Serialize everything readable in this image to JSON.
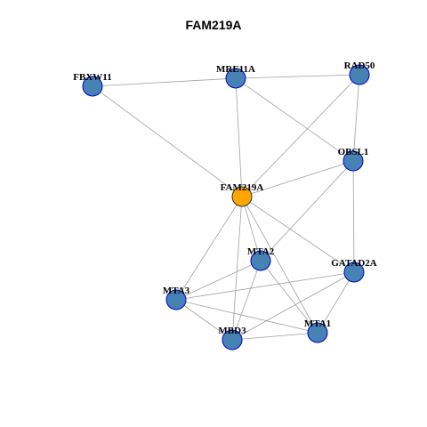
{
  "title": "FAM219A",
  "colors": {
    "center_fill": "#FFA500",
    "center_stroke": "#333333",
    "node_fill": "#4682B4",
    "node_stroke": "#0000CD",
    "edge": "#a0a0a0"
  },
  "nodes": [
    {
      "id": "FAM219A",
      "label": "FAM219A",
      "center": true
    },
    {
      "id": "FBXW11",
      "label": "FBXW11",
      "center": false
    },
    {
      "id": "MRE11A",
      "label": "MRE11A",
      "center": false
    },
    {
      "id": "RAD50",
      "label": "RAD50",
      "center": false
    },
    {
      "id": "OBSL1",
      "label": "OBSL1",
      "center": false
    },
    {
      "id": "MTA2",
      "label": "MTA2",
      "center": false
    },
    {
      "id": "GATAD2A",
      "label": "GATAD2A",
      "center": false
    },
    {
      "id": "MTA3",
      "label": "MTA3",
      "center": false
    },
    {
      "id": "MBD3",
      "label": "MBD3",
      "center": false
    },
    {
      "id": "MTA1",
      "label": "MTA1",
      "center": false
    }
  ],
  "edges": [
    [
      "FBXW11",
      "MRE11A"
    ],
    [
      "FBXW11",
      "FAM219A"
    ],
    [
      "MRE11A",
      "RAD50"
    ],
    [
      "MRE11A",
      "OBSL1"
    ],
    [
      "MRE11A",
      "FAM219A"
    ],
    [
      "RAD50",
      "OBSL1"
    ],
    [
      "RAD50",
      "FAM219A"
    ],
    [
      "OBSL1",
      "FAM219A"
    ],
    [
      "OBSL1",
      "MTA2"
    ],
    [
      "OBSL1",
      "GATAD2A"
    ],
    [
      "FAM219A",
      "GATAD2A"
    ],
    [
      "FAM219A",
      "MTA2"
    ],
    [
      "FAM219A",
      "MTA3"
    ],
    [
      "FAM219A",
      "MBD3"
    ],
    [
      "FAM219A",
      "MTA1"
    ],
    [
      "MTA2",
      "MTA3"
    ],
    [
      "MTA2",
      "MBD3"
    ],
    [
      "MTA2",
      "MTA1"
    ],
    [
      "GATAD2A",
      "MTA3"
    ],
    [
      "GATAD2A",
      "MBD3"
    ],
    [
      "GATAD2A",
      "MTA1"
    ],
    [
      "MTA3",
      "MBD3"
    ],
    [
      "MTA3",
      "MTA1"
    ],
    [
      "MBD3",
      "MTA1"
    ]
  ]
}
